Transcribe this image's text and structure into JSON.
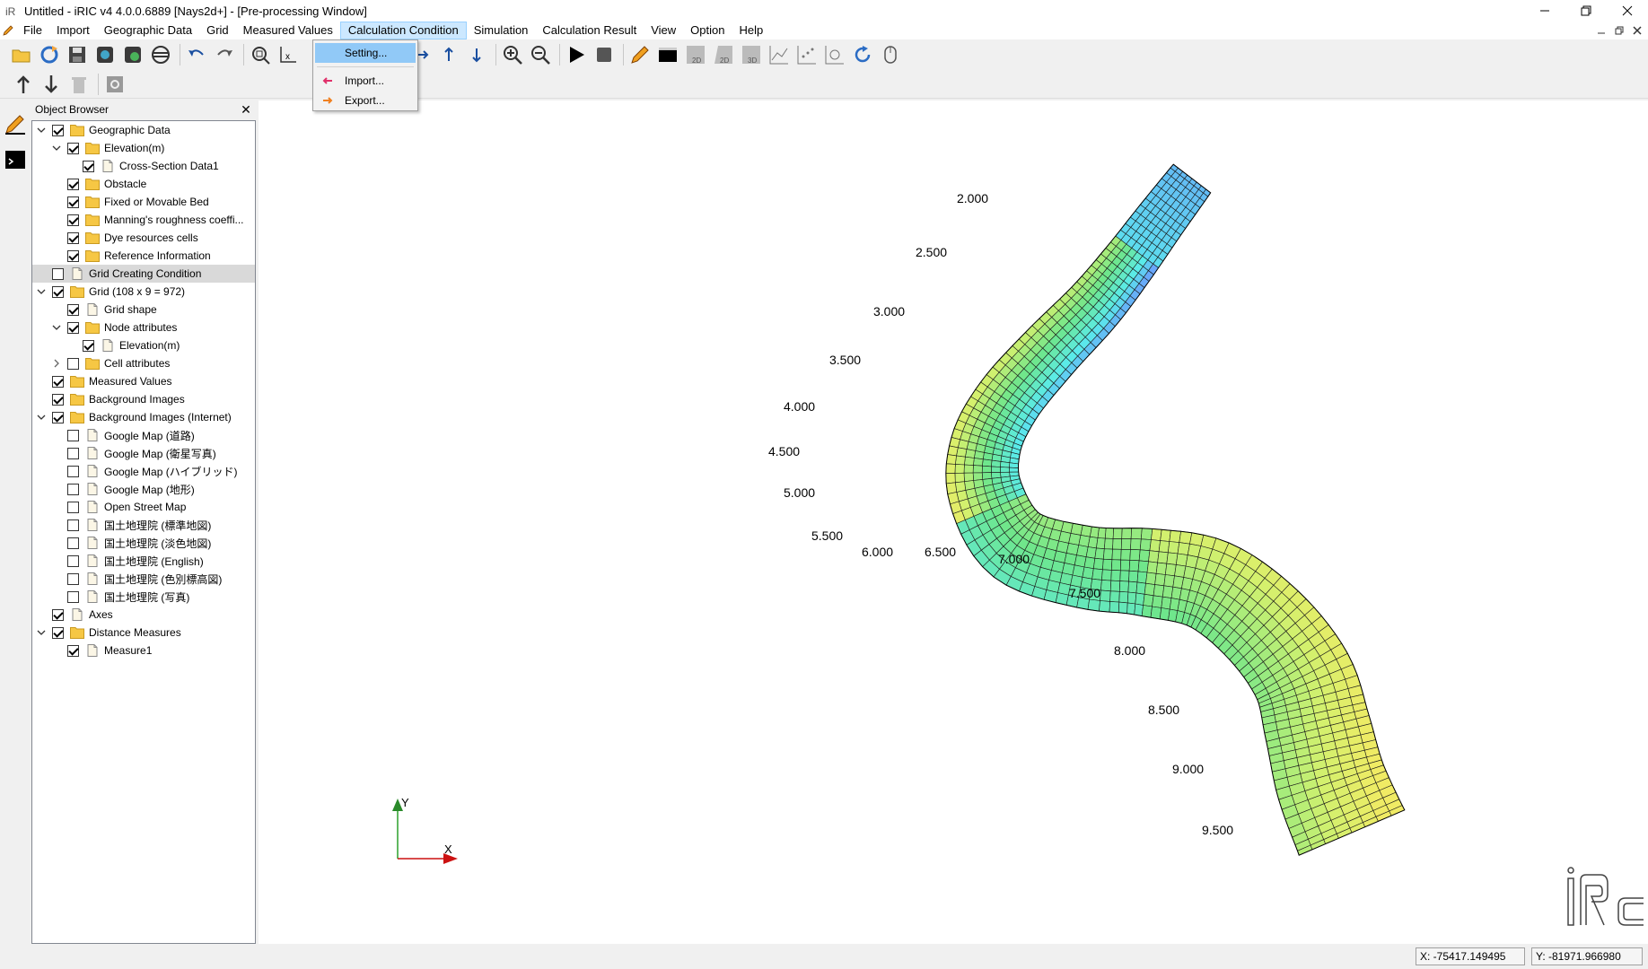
{
  "window": {
    "title": "Untitled - iRIC v4 4.0.0.6889 [Nays2d+] - [Pre-processing Window]"
  },
  "menu": {
    "items": [
      "File",
      "Import",
      "Geographic Data",
      "Grid",
      "Measured Values",
      "Calculation Condition",
      "Simulation",
      "Calculation Result",
      "View",
      "Option",
      "Help"
    ],
    "open_index": 5
  },
  "calc_menu": {
    "setting": "Setting...",
    "import": "Import...",
    "export": "Export..."
  },
  "browser": {
    "title": "Object Browser",
    "close": "✕",
    "rows": [
      {
        "label": "Geographic Data",
        "indent": 0,
        "exp": "down",
        "checked": true,
        "icon": "folder"
      },
      {
        "label": "Elevation(m)",
        "indent": 1,
        "exp": "down",
        "checked": true,
        "icon": "folder"
      },
      {
        "label": "Cross-Section Data1",
        "indent": 2,
        "exp": "",
        "checked": true,
        "icon": "doc"
      },
      {
        "label": "Obstacle",
        "indent": 1,
        "exp": "",
        "checked": true,
        "icon": "folder"
      },
      {
        "label": "Fixed or Movable Bed",
        "indent": 1,
        "exp": "",
        "checked": true,
        "icon": "folder"
      },
      {
        "label": "Manning's roughness coeffi...",
        "indent": 1,
        "exp": "",
        "checked": true,
        "icon": "folder"
      },
      {
        "label": "Dye resources cells",
        "indent": 1,
        "exp": "",
        "checked": true,
        "icon": "folder"
      },
      {
        "label": "Reference Information",
        "indent": 1,
        "exp": "",
        "checked": true,
        "icon": "folder"
      },
      {
        "label": "Grid Creating Condition",
        "indent": 0,
        "exp": "",
        "checked": false,
        "icon": "doc",
        "selected": true
      },
      {
        "label": "Grid (108 x 9 = 972)",
        "indent": 0,
        "exp": "down",
        "checked": true,
        "icon": "folder"
      },
      {
        "label": "Grid shape",
        "indent": 1,
        "exp": "",
        "checked": true,
        "icon": "doc"
      },
      {
        "label": "Node attributes",
        "indent": 1,
        "exp": "down",
        "checked": true,
        "icon": "folder"
      },
      {
        "label": "Elevation(m)",
        "indent": 2,
        "exp": "",
        "checked": true,
        "icon": "doc"
      },
      {
        "label": "Cell attributes",
        "indent": 1,
        "exp": "right",
        "checked": false,
        "icon": "folder"
      },
      {
        "label": "Measured Values",
        "indent": 0,
        "exp": "",
        "checked": true,
        "icon": "folder"
      },
      {
        "label": "Background Images",
        "indent": 0,
        "exp": "",
        "checked": true,
        "icon": "folder"
      },
      {
        "label": "Background Images (Internet)",
        "indent": 0,
        "exp": "down",
        "checked": true,
        "icon": "folder"
      },
      {
        "label": "Google Map (道路)",
        "indent": 1,
        "exp": "",
        "checked": false,
        "icon": "doc"
      },
      {
        "label": "Google Map (衛星写真)",
        "indent": 1,
        "exp": "",
        "checked": false,
        "icon": "doc"
      },
      {
        "label": "Google Map (ハイブリッド)",
        "indent": 1,
        "exp": "",
        "checked": false,
        "icon": "doc"
      },
      {
        "label": "Google Map (地形)",
        "indent": 1,
        "exp": "",
        "checked": false,
        "icon": "doc"
      },
      {
        "label": "Open Street Map",
        "indent": 1,
        "exp": "",
        "checked": false,
        "icon": "doc"
      },
      {
        "label": "国土地理院 (標準地図)",
        "indent": 1,
        "exp": "",
        "checked": false,
        "icon": "doc"
      },
      {
        "label": "国土地理院 (淡色地図)",
        "indent": 1,
        "exp": "",
        "checked": false,
        "icon": "doc"
      },
      {
        "label": "国土地理院 (English)",
        "indent": 1,
        "exp": "",
        "checked": false,
        "icon": "doc"
      },
      {
        "label": "国土地理院 (色別標高図)",
        "indent": 1,
        "exp": "",
        "checked": false,
        "icon": "doc"
      },
      {
        "label": "国土地理院 (写真)",
        "indent": 1,
        "exp": "",
        "checked": false,
        "icon": "doc"
      },
      {
        "label": "Axes",
        "indent": 0,
        "exp": "",
        "checked": true,
        "icon": "doc"
      },
      {
        "label": "Distance Measures",
        "indent": 0,
        "exp": "down",
        "checked": true,
        "icon": "folder"
      },
      {
        "label": "Measure1",
        "indent": 1,
        "exp": "",
        "checked": true,
        "icon": "doc"
      }
    ]
  },
  "canvas": {
    "distance_labels": [
      "2.000",
      "2.500",
      "3.000",
      "3.500",
      "4.000",
      "4.500",
      "5.000",
      "5.500",
      "6.000",
      "6.500",
      "7.000",
      "7.500",
      "8.000",
      "8.500",
      "9.000",
      "9.500"
    ],
    "axis_x": "X",
    "axis_y": "Y"
  },
  "status": {
    "x": "X: -75417.149495",
    "y": "Y: -81971.966980"
  },
  "colors": {
    "menu_open_bg": "#cce8ff",
    "selection": "#91c9f7",
    "low_elev": "#6f8fff",
    "mid_elev": "#5ff0e0",
    "high_elev": "#e8f060"
  }
}
